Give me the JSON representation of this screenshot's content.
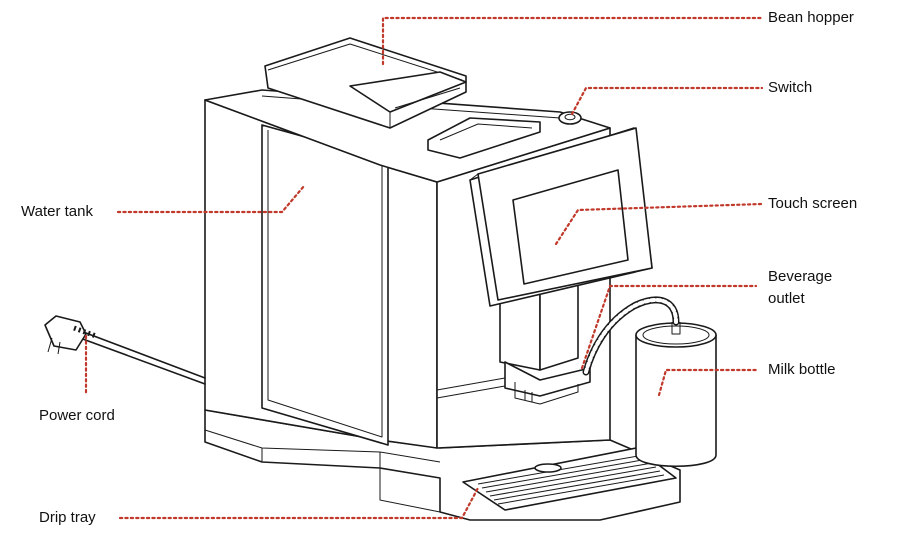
{
  "colors": {
    "leader": "#c0392b",
    "ink": "#1a1a1a",
    "background": "#ffffff"
  },
  "labels": {
    "bean_hopper": "Bean hopper",
    "switch": "Switch",
    "touch_screen": "Touch screen",
    "beverage_outlet_line1": "Beverage",
    "beverage_outlet_line2": "outlet",
    "milk_bottle": "Milk bottle",
    "water_tank": "Water tank",
    "power_cord": "Power cord",
    "drip_tray": "Drip tray"
  }
}
